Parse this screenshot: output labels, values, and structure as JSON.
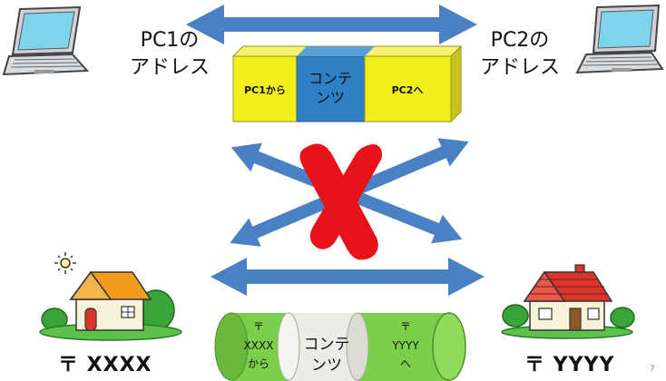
{
  "pc1": {
    "label_line1": "PC1の",
    "label_line2": "アドレス",
    "icon": "laptop-icon"
  },
  "pc2": {
    "label_line1": "PC2の",
    "label_line2": "アドレス",
    "icon": "laptop-icon"
  },
  "packet_box": {
    "segments": [
      {
        "text": "PC1から"
      },
      {
        "text_line1": "コンテ",
        "text_line2": "ンツ"
      },
      {
        "text": "PC2へ"
      }
    ],
    "colors": {
      "header": "#f3ee1e",
      "body": "#2f7fc4"
    }
  },
  "mail_tube": {
    "segments": [
      {
        "line1": "〒",
        "line2": "XXXX",
        "line3": "から"
      },
      {
        "line1": "コンテ",
        "line2": "ンツ"
      },
      {
        "line1": "〒",
        "line2": "YYYY",
        "line3": "へ"
      }
    ],
    "colors": {
      "envelope": "#7ccf4a",
      "body": "#ecece6"
    }
  },
  "house1": {
    "postal": "〒 XXXX",
    "icon": "house-icon"
  },
  "house2": {
    "postal": "〒 YYYY",
    "icon": "house-icon"
  },
  "cross_mark_color": "#e8121b",
  "arrow_color": "#4a80c4",
  "slide_number": "7"
}
